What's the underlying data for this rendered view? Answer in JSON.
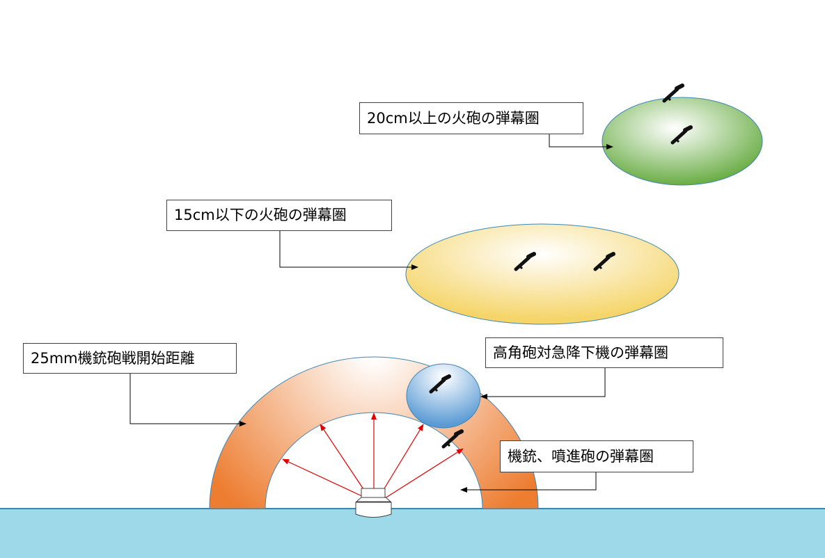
{
  "labels": {
    "heavy_guns": "20cm以上の火砲の弾幕圏",
    "light_guns": "15cm以下の火砲の弾幕圏",
    "mg_engagement": "25mm機銃砲戦開始距離",
    "high_angle": "高角砲対急降下機の弾幕圏",
    "mg_rocket": "機銃、噴進砲の弾幕圏"
  },
  "icons": {
    "aircraft": "dive-bomber-icon",
    "ship": "ship-icon"
  },
  "colors": {
    "sea": "#9dd9e8",
    "sea_line": "#3c86b4",
    "heavy_zone": "#6aad45",
    "light_zone": "#f5d56a",
    "mg_zone": "#ed7d31",
    "high_angle_zone": "#5b9bd5",
    "fire_arrows": "#e00000",
    "aircraft": "#111111"
  }
}
